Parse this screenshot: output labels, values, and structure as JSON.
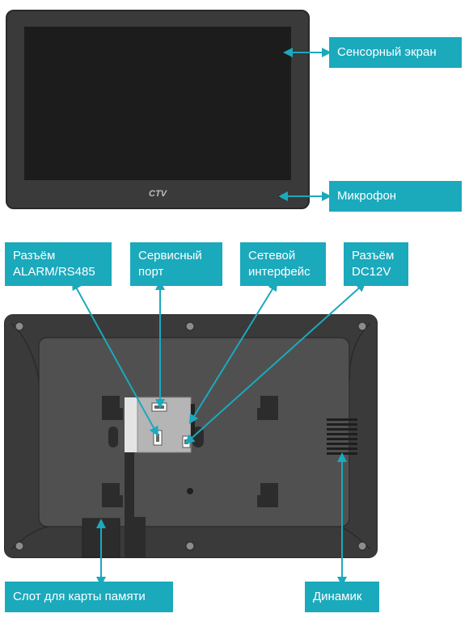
{
  "front_panel": {
    "brand_logo": "CTV",
    "labels": {
      "touchscreen": "Сенсорный экран",
      "microphone": "Микрофон"
    }
  },
  "back_panel": {
    "labels": {
      "alarm_connector": "Разъём\nALARM/RS485",
      "service_port": "Сервисный\nпорт",
      "network_interface": "Сетевой\nинтерфейс",
      "dc_connector": "Разъём\nDC12V",
      "memory_card_slot": "Слот для карты памяти",
      "speaker": "Динамик"
    }
  },
  "colors": {
    "accent": "#1ba9bc",
    "device_body": "#3a3a3a",
    "device_edge": "#2a2a2a",
    "screen": "#1c1c1c"
  }
}
